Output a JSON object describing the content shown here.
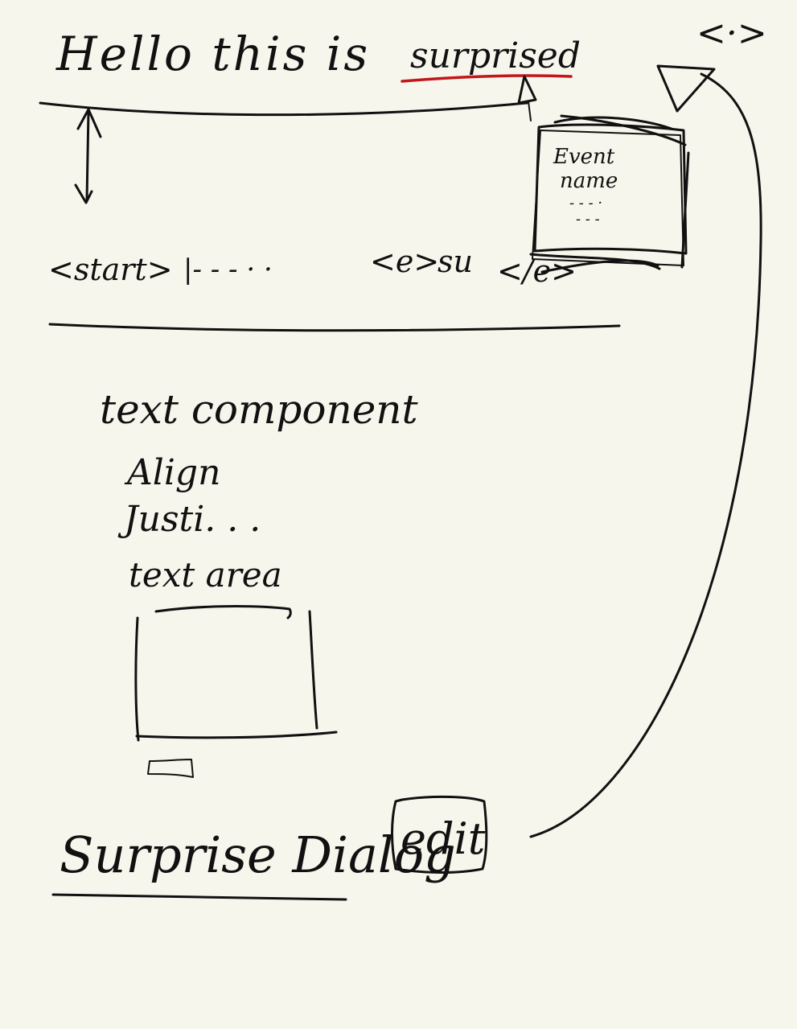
{
  "colors": {
    "paper": "#f7f6ec",
    "ink": "#111111",
    "accent": "#c2161b"
  },
  "header": {
    "greeting_line": "Hello  this  is",
    "highlighted_word": "surprised",
    "corner_symbol": "<·>"
  },
  "popup_card": {
    "title_line1": "Event",
    "title_line2": "name",
    "detail_line1": "- - - ·",
    "detail_line2": "- - -"
  },
  "markup_row": {
    "start_tag": "<start>",
    "start_placeholder": "|- - - · ·",
    "emphasis_open": "<e>",
    "emphasis_text": "su",
    "emphasis_close": "</e>"
  },
  "properties": {
    "heading": "text component",
    "align_label": "Align",
    "justify_label": "Justi. . .",
    "textarea_label": "text area"
  },
  "footer": {
    "dialog_title": "Surprise Dialog",
    "edit_button": "edit"
  }
}
